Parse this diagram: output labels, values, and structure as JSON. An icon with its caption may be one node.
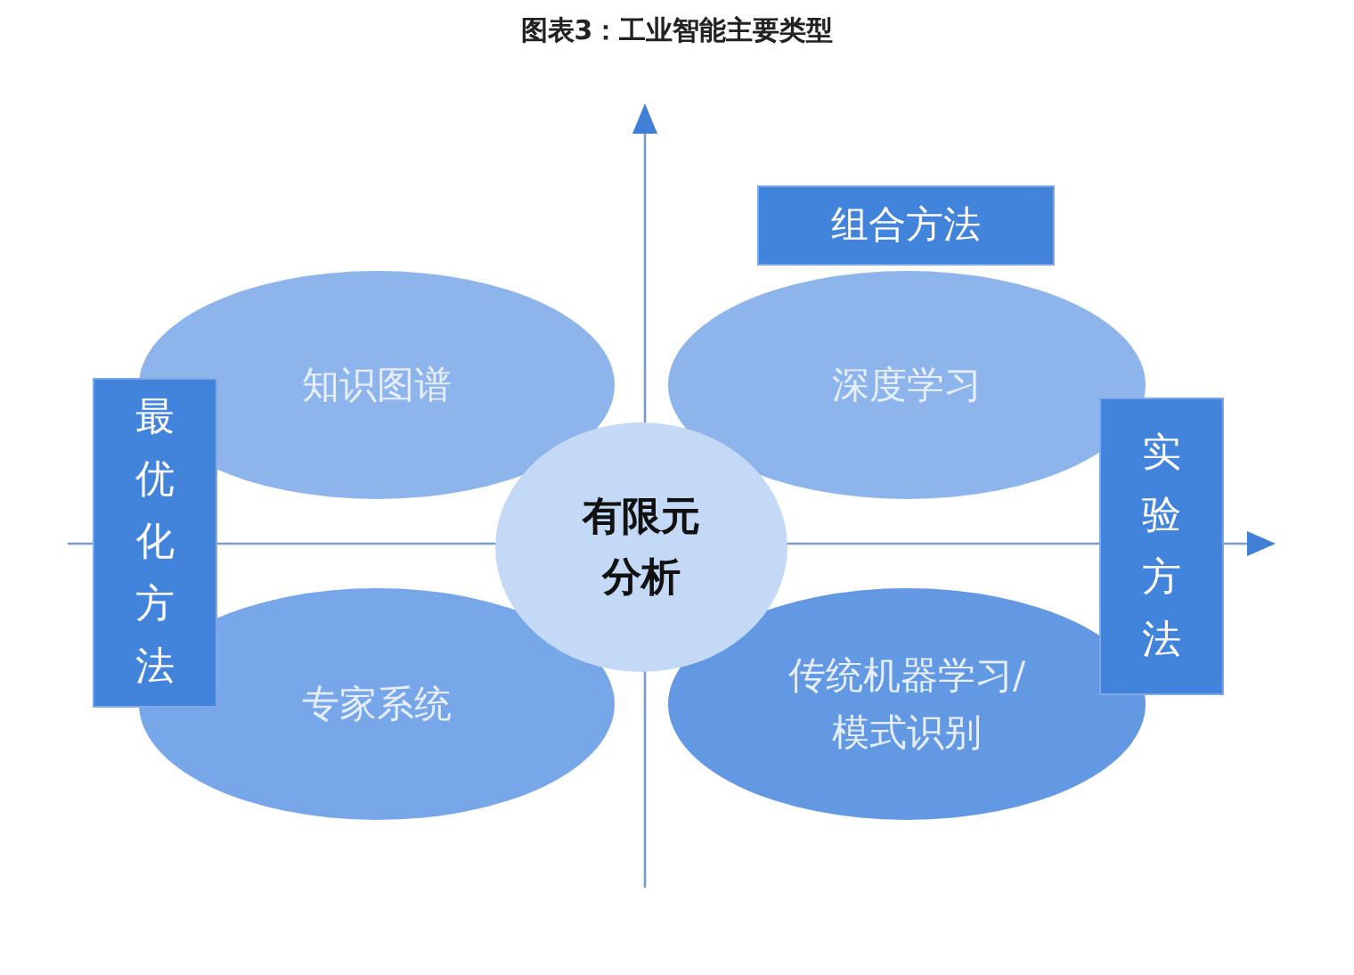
{
  "diagram": {
    "title": "图表3：工业智能主要类型",
    "nodes": [
      {
        "text": [
          "组合方法"
        ]
      },
      {
        "text": [
          "知识图谱"
        ]
      },
      {
        "text": [
          "深度学习"
        ]
      },
      {
        "text": [
          "最优化方法"
        ]
      },
      {
        "text": [
          "有限元分析"
        ]
      },
      {
        "text": [
          "实验方法"
        ]
      },
      {
        "text": [
          "专家系统"
        ]
      },
      {
        "text": [
          "传统机器学习/模式识别"
        ]
      }
    ]
  }
}
